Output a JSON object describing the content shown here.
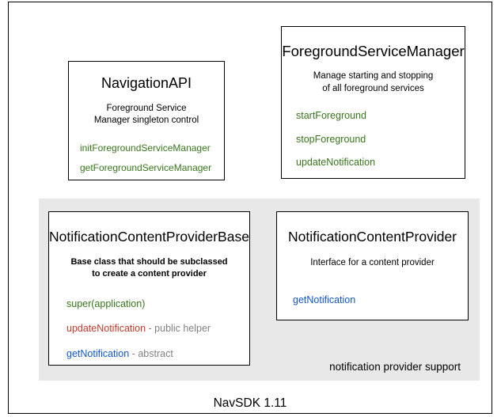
{
  "diagram": {
    "caption": "NavSDK 1.11",
    "group": {
      "label": "notification provider support"
    },
    "colors": {
      "method_green": "#38761d",
      "method_red": "#c0392b",
      "method_blue": "#1155cc",
      "annotation_gray": "#808080",
      "group_band": "#e8e8e8",
      "border": "#000000",
      "background": "#ffffff"
    },
    "boxes": {
      "navigation_api": {
        "title": "NavigationAPI",
        "description_line1": "Foreground Service",
        "description_line2": "Manager singleton control",
        "members": [
          {
            "name": "initForegroundServiceManager",
            "note": ""
          },
          {
            "name": "getForegroundServiceManager",
            "note": ""
          }
        ]
      },
      "foreground_service_manager": {
        "title": "ForegroundServiceManager",
        "description_line1": "Manage starting and stopping",
        "description_line2": "of all foreground services",
        "members": [
          {
            "name": "startForeground",
            "note": ""
          },
          {
            "name": "stopForeground",
            "note": ""
          },
          {
            "name": "updateNotification",
            "note": ""
          }
        ]
      },
      "notification_content_provider_base": {
        "title": "NotificationContentProviderBase",
        "description_line1": "Base class that should be subclassed",
        "description_line2": "to create a content provider",
        "members": [
          {
            "name": "super(application)",
            "note": ""
          },
          {
            "name": "updateNotification",
            "note": " - public helper"
          },
          {
            "name": "getNotification",
            "note": " - abstract"
          }
        ]
      },
      "notification_content_provider": {
        "title": "NotificationContentProvider",
        "description_line1": "Interface for a content provider",
        "description_line2": "",
        "members": [
          {
            "name": "getNotification",
            "note": ""
          }
        ]
      }
    }
  }
}
